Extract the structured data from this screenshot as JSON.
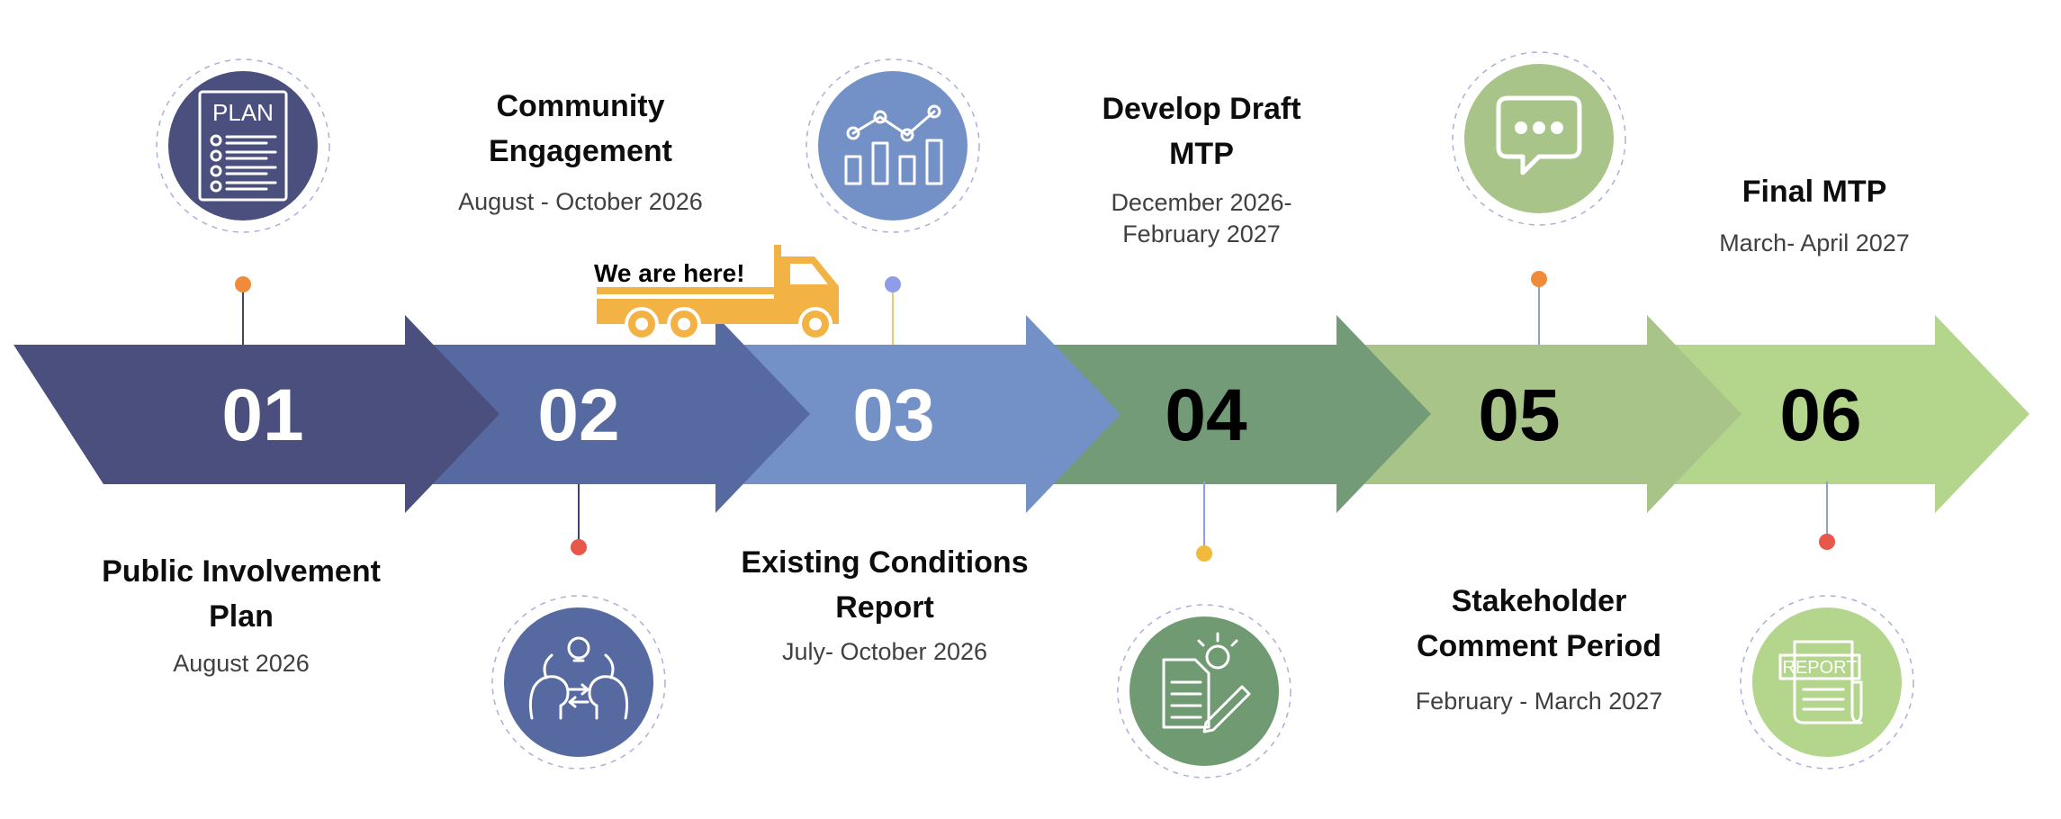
{
  "milestones": [
    {
      "number": "01",
      "title_lines": [
        "Public Involvement",
        "Plan"
      ],
      "date_lines": [
        "August 2026"
      ],
      "arrow_color": "#4a4f7e",
      "number_color": "#ffffff",
      "icon_bg": "#4a4f7e",
      "dot_color": "#f08b3a",
      "icon": "plan-document-icon",
      "icon_text": "PLAN"
    },
    {
      "number": "02",
      "title_lines": [
        "Community",
        "Engagement"
      ],
      "date_lines": [
        "August - October 2026"
      ],
      "arrow_color": "#566aa1",
      "number_color": "#ffffff",
      "icon_bg": "#566aa1",
      "dot_color": "#e8584a",
      "icon": "idea-exchange-icon",
      "icon_text": ""
    },
    {
      "number": "03",
      "title_lines": [
        "Existing Conditions",
        "Report"
      ],
      "date_lines": [
        "July- October 2026"
      ],
      "arrow_color": "#7491c7",
      "number_color": "#ffffff",
      "icon_bg": "#7491c7",
      "dot_color": "#8f9de8",
      "icon": "bar-chart-icon",
      "icon_text": ""
    },
    {
      "number": "04",
      "title_lines": [
        "Develop Draft",
        "MTP"
      ],
      "date_lines": [
        "December 2026-",
        "February 2027"
      ],
      "arrow_color": "#739b78",
      "number_color": "#000000",
      "icon_bg": "#6f9a72",
      "dot_color": "#f2b93c",
      "icon": "document-pencil-icon",
      "icon_text": ""
    },
    {
      "number": "05",
      "title_lines": [
        "Stakeholder",
        "Comment Period"
      ],
      "date_lines": [
        "February - March 2027"
      ],
      "arrow_color": "#a8c488",
      "number_color": "#000000",
      "icon_bg": "#a8c488",
      "dot_color": "#f08b3a",
      "icon": "chat-bubble-icon",
      "icon_text": ""
    },
    {
      "number": "06",
      "title_lines": [
        "Final MTP"
      ],
      "date_lines": [
        "March- April 2027"
      ],
      "arrow_color": "#b4d58c",
      "number_color": "#000000",
      "icon_bg": "#b4d58c",
      "dot_color": "#e8584a",
      "icon": "report-document-icon",
      "icon_text": "REPORT"
    }
  ],
  "truck": {
    "label": "We are here!",
    "color": "#f2b344",
    "icon": "truck-icon"
  }
}
